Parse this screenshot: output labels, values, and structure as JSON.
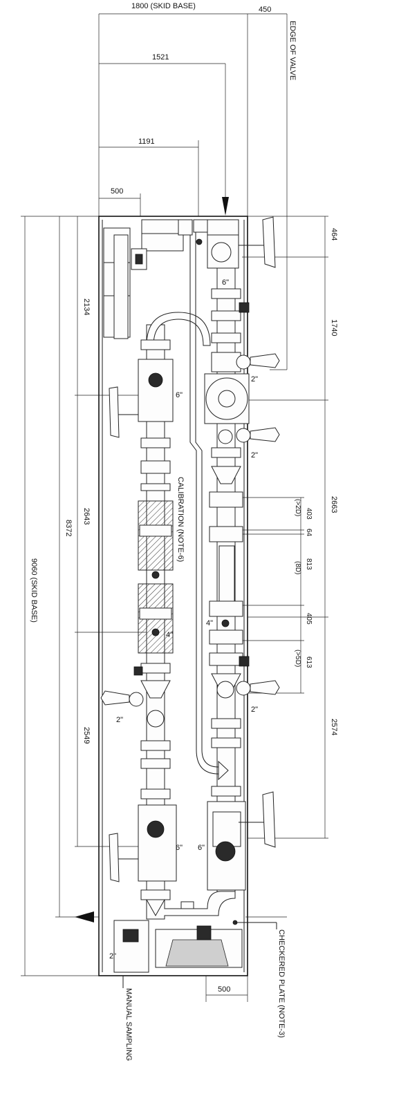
{
  "dimensions": {
    "skid_width": "1800 (SKID BASE)",
    "edge_offset": "450",
    "outlet_pos": "1521",
    "inlet_pos": "1191",
    "left_offset": "500",
    "bottom_offset": "500",
    "skid_length": "9060 (SKID BASE)",
    "len_8372": "8372",
    "len_2134": "2134",
    "len_2643": "2643",
    "len_2549": "2549",
    "top_464": "464",
    "r_1740": "1740",
    "r_2663": "2663",
    "r_2574": "2574",
    "d_403": "403",
    "d_64": "64",
    "d_813": "813",
    "d_405": "405",
    "d_613": "613",
    "note_2d": "(>2D)",
    "note_8d": "(8D)",
    "note_5d": "(>5D)"
  },
  "labels": {
    "edge_of_valve": "EDGE OF VALVE",
    "calibration": "CALIBRATION (NOTE-6)",
    "checkered_plate": "CHECKERED PLATE (NOTE-3)",
    "manual_sampling": "MANUAL SAMPLING"
  },
  "pipe_sizes": {
    "six_top": "6\"",
    "six_left": "6\"",
    "six_bot_left": "6\"",
    "six_bot_right": "6\"",
    "two_r1": "2\"",
    "two_r2": "2\"",
    "two_r3": "2\"",
    "two_left": "2\"",
    "two_bottom": "2\"",
    "four_left": "4\"",
    "four_right": "4\""
  }
}
